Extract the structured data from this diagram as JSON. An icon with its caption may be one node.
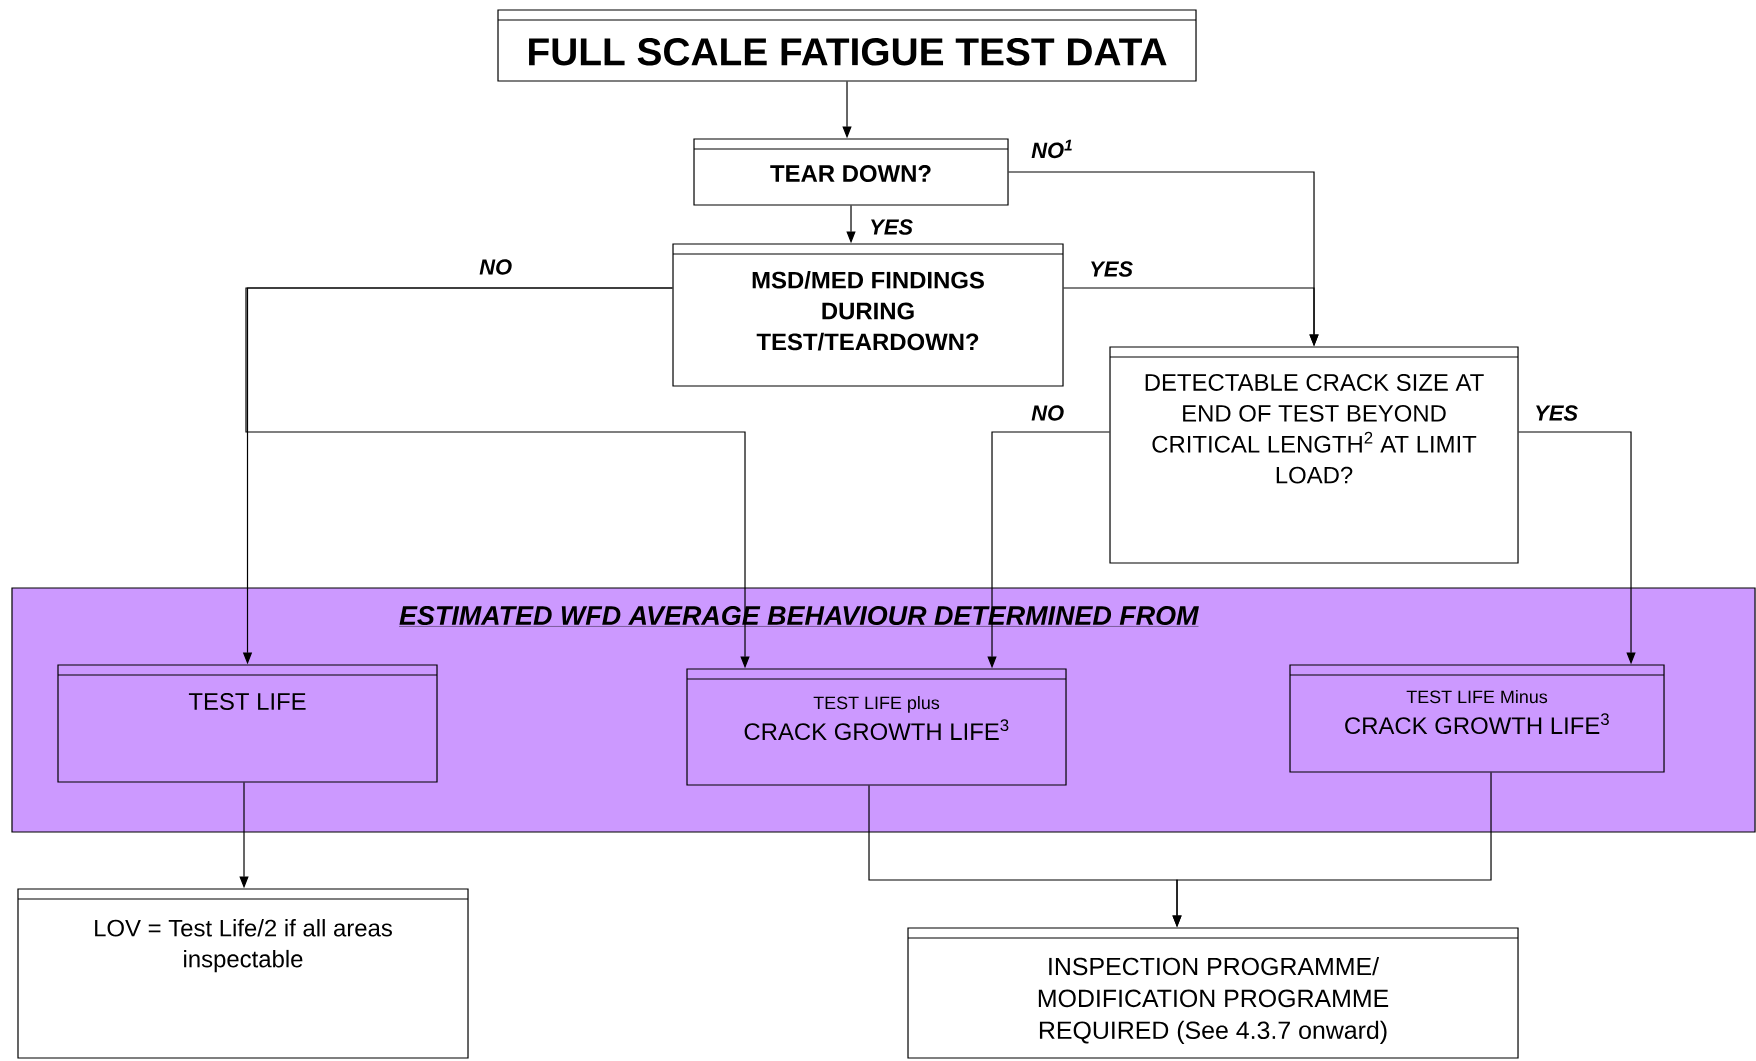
{
  "diagram": {
    "nodes": [
      {
        "text": [
          "FULL SCALE FATIGUE TEST DATA"
        ]
      },
      {
        "text": [
          "TEAR DOWN?"
        ]
      },
      {
        "text": [
          "MSD/MED FINDINGS DURING TEST/TEARDOWN?"
        ]
      },
      {
        "text": [
          "DETECTABLE CRACK SIZE AT END OF TEST BEYOND CRITICAL LENGTH$^{2}$ AT LIMIT LOAD?"
        ]
      },
      {
        "text": [
          "ESTIMATED WFD AVERAGE BEHAVIOUR DETERMINED FROM"
        ]
      },
      {
        "text": [
          "TEST LIFE"
        ],
        "in": 4
      },
      {
        "text": [
          "TEST LIFE plus",
          "CRACK GROWTH LIFE$^{3}$"
        ],
        "in": 4
      },
      {
        "text": [
          "TEST LIFE Minus",
          "CRACK GROWTH LIFE$^{3}$"
        ],
        "in": 4
      },
      {
        "text": [
          "LOV = Test Life/2 if all areas inspectable"
        ]
      },
      {
        "text": [
          "INSPECTION PROGRAMME/ MODIFICATION PROGRAMME REQUIRED (See 4.3.7 onward)"
        ]
      }
    ],
    "edges": [
      {
        "from": 0,
        "to": 1,
        "arrow": "to"
      },
      {
        "from": 1,
        "to": 2,
        "arrow": "to",
        "label": "YES"
      },
      {
        "from": 1,
        "to": 3,
        "arrow": "to",
        "label": "NO$^{1}$"
      },
      {
        "from": 2,
        "to": 3,
        "arrow": "to",
        "label": "YES"
      },
      {
        "from": 2,
        "to": 5,
        "arrow": "to",
        "label": "NO"
      },
      {
        "from": 2,
        "to": 6,
        "arrow": "to"
      },
      {
        "from": 3,
        "to": 6,
        "arrow": "to",
        "label": "NO"
      },
      {
        "from": 3,
        "to": 7,
        "arrow": "to",
        "label": "YES"
      },
      {
        "from": 5,
        "to": 8,
        "arrow": "to"
      },
      {
        "from": 6,
        "to": 9,
        "arrow": "to"
      },
      {
        "from": 7,
        "to": 9,
        "arrow": "to"
      }
    ]
  }
}
